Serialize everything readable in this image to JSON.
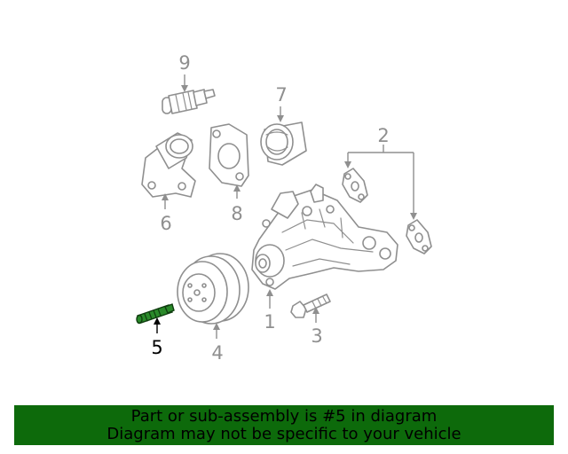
{
  "diagram": {
    "callouts": {
      "c1": "1",
      "c2": "2",
      "c3": "3",
      "c4": "4",
      "c5": "5",
      "c6": "6",
      "c7": "7",
      "c8": "8",
      "c9": "9"
    },
    "highlighted_part": "5",
    "colors": {
      "line": "#8f8f8f",
      "highlight_part": "#2a8a2a",
      "highlight_label": "#000000",
      "banner_background": "#0d6a0b"
    }
  },
  "banner": {
    "line1": "Part or sub-assembly is #5 in diagram",
    "line2": "Diagram may not be specific to your vehicle"
  }
}
